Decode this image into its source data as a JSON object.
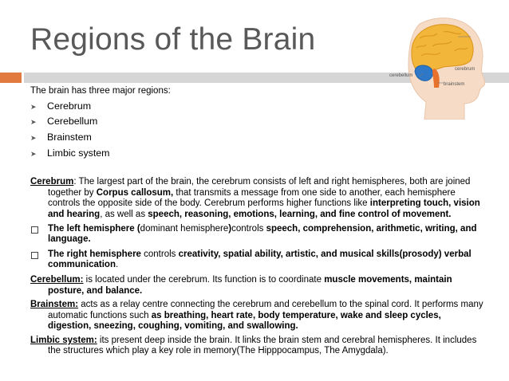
{
  "title": "Regions of the Brain",
  "accent_color": "#E07A3F",
  "illustration": {
    "cerebrum_label": "cerebrum",
    "cerebellum_label": "cerebellum",
    "brainstem_label": "brainstem"
  },
  "intro": "The brain has three major regions:",
  "regions": [
    "Cerebrum",
    "Cerebellum",
    "Brainstem",
    "Limbic system"
  ],
  "cerebrum": {
    "term": "Cerebrum",
    "t1": ": The largest part of the brain, the cerebrum consists of left and right hemispheres, both are joined together by ",
    "b1": "Corpus callosum,",
    "t2": " that transmits a message from one side to another, each hemisphere controls the opposite side of the body. Cerebrum performs higher functions like ",
    "b2": "interpreting touch, vision and hearing",
    "t3": ", as well as ",
    "b3": "speech, reasoning, emotions, learning, and fine control of movement."
  },
  "left_hemisphere": {
    "b1": "The left hemisphere (",
    "t1": "dominant hemisphere",
    "b2": ")",
    "t2": "controls ",
    "b3": "speech, comprehension, arithmetic, writing, and language."
  },
  "right_hemisphere": {
    "b1": "The right hemisphere",
    "t1": " controls ",
    "b2": "creativity, spatial ability, artistic, and musical skills(prosody) verbal communication",
    "t2": "."
  },
  "cerebellum": {
    "term": "Cerebellum:",
    "t1": "  is located under the cerebrum. Its function is to coordinate ",
    "b1": "muscle movements, maintain posture, and balance."
  },
  "brainstem": {
    "term": "Brainstem:",
    "t1": " acts as a relay centre connecting the cerebrum and cerebellum to the spinal cord. It performs many automatic functions such ",
    "b1": "as breathing, heart rate, body temperature, wake and sleep cycles, digestion, sneezing, coughing, vomiting, and swallowing."
  },
  "limbic": {
    "term": "Limbic system:",
    "t1": " its present deep inside the brain. It links the brain stem and cerebral hemispheres. It includes the structures which play a key role in memory(The Hipppocampus, The Amygdala)."
  }
}
